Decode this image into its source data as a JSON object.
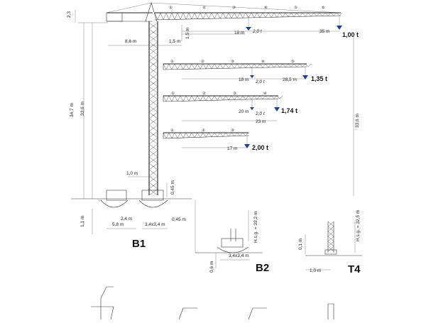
{
  "main_jib": {
    "segments": [
      "①",
      "②",
      "③",
      "④",
      "⑤",
      "⑥"
    ],
    "load": "1,00 t",
    "dims": {
      "h_top": "2,3",
      "counter": "8,6 m",
      "offset": "1,5 m",
      "offset_v": "1,5 m",
      "reach_mid": "18 m",
      "load_mid": "2,0 t",
      "reach_max": "35 m"
    }
  },
  "jib_variants": [
    {
      "segments": [
        "①",
        "②",
        "③",
        "④",
        "⑤"
      ],
      "reach_mid": "19 m",
      "load_mid": "2,0 t",
      "reach_max": "28,5 m",
      "load": "1,35 t"
    },
    {
      "segments": [
        "①",
        "②",
        "③",
        "④"
      ],
      "reach_mid": "20 m",
      "load_mid": "2,0 t",
      "reach_max": "23 m",
      "load": "1,74 t"
    },
    {
      "segments": [
        "①",
        "②",
        "③"
      ],
      "reach_max": "17 m",
      "load": "2,00 t"
    }
  ],
  "mast": {
    "height_total": "34,7 m",
    "height_hook": "33,6 m",
    "height_right": "33,6 m",
    "slope": "1,0 m",
    "base_h": "0,45 m"
  },
  "base_b1": {
    "label": "B1",
    "dims": {
      "left_h": "1,1 m",
      "w": "5,8 m",
      "inner": "2,4 m",
      "square": "3,4x3,4 m",
      "offset": "0,45 m"
    }
  },
  "base_b2": {
    "label": "B2",
    "hsg": "H.s.g. = 33,2 m",
    "dims": {
      "h": "0,6 m",
      "square": "3,4x3,4 m"
    }
  },
  "base_t4": {
    "label": "T4",
    "hsg": "H.s.g. = 32,5 m",
    "dims": {
      "h": "0,1 m",
      "w": "1,0 m"
    }
  }
}
